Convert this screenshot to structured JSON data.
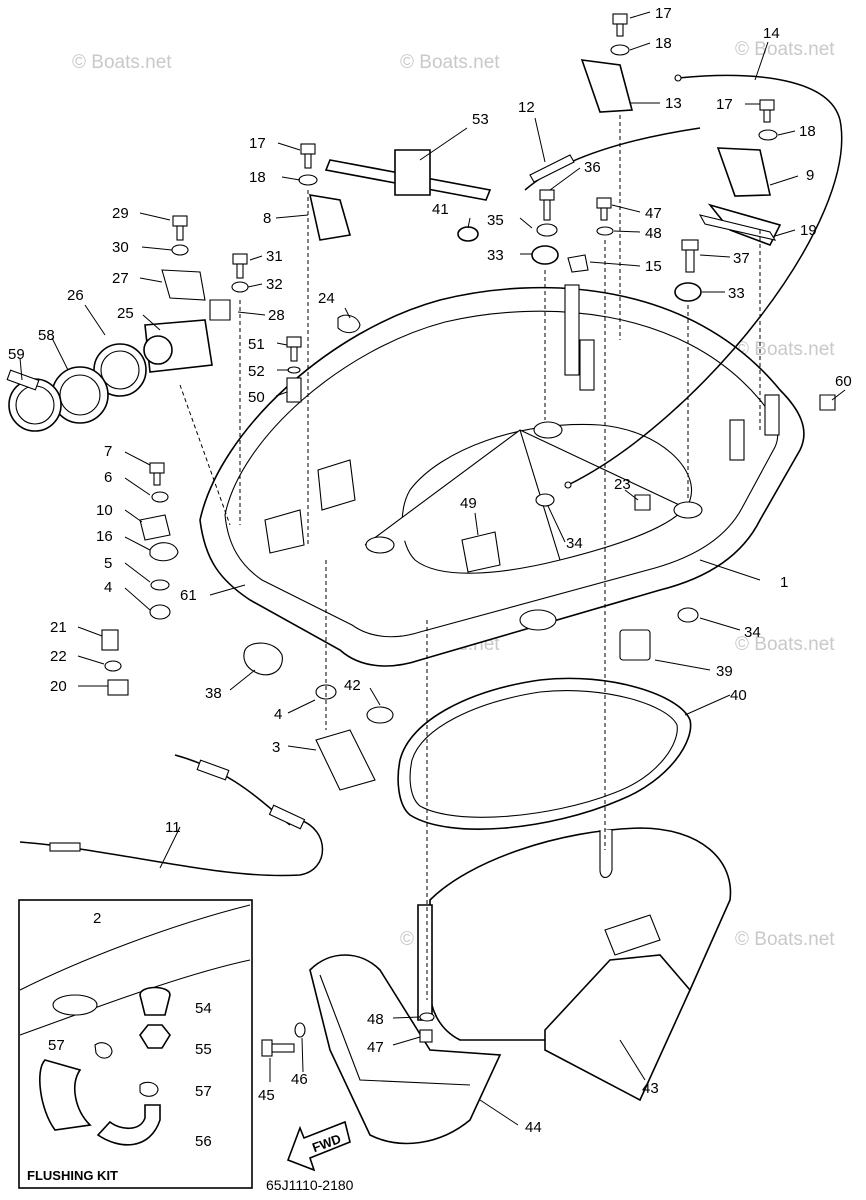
{
  "watermark": "© Boats.net",
  "diagram_code": "65J1110-2180",
  "kit": {
    "title": "FLUSHING KIT"
  },
  "fwd_label": "FWD",
  "callouts": [
    {
      "n": "1"
    },
    {
      "n": "2"
    },
    {
      "n": "3"
    },
    {
      "n": "4"
    },
    {
      "n": "4"
    },
    {
      "n": "5"
    },
    {
      "n": "6"
    },
    {
      "n": "7"
    },
    {
      "n": "8"
    },
    {
      "n": "9"
    },
    {
      "n": "10"
    },
    {
      "n": "11"
    },
    {
      "n": "12"
    },
    {
      "n": "13"
    },
    {
      "n": "14"
    },
    {
      "n": "15"
    },
    {
      "n": "16"
    },
    {
      "n": "17"
    },
    {
      "n": "17"
    },
    {
      "n": "17"
    },
    {
      "n": "18"
    },
    {
      "n": "18"
    },
    {
      "n": "18"
    },
    {
      "n": "19"
    },
    {
      "n": "20"
    },
    {
      "n": "21"
    },
    {
      "n": "22"
    },
    {
      "n": "23"
    },
    {
      "n": "24"
    },
    {
      "n": "25"
    },
    {
      "n": "26"
    },
    {
      "n": "27"
    },
    {
      "n": "28"
    },
    {
      "n": "29"
    },
    {
      "n": "30"
    },
    {
      "n": "31"
    },
    {
      "n": "32"
    },
    {
      "n": "33"
    },
    {
      "n": "33"
    },
    {
      "n": "34"
    },
    {
      "n": "34"
    },
    {
      "n": "35"
    },
    {
      "n": "36"
    },
    {
      "n": "37"
    },
    {
      "n": "38"
    },
    {
      "n": "39"
    },
    {
      "n": "40"
    },
    {
      "n": "41"
    },
    {
      "n": "42"
    },
    {
      "n": "43"
    },
    {
      "n": "44"
    },
    {
      "n": "45"
    },
    {
      "n": "46"
    },
    {
      "n": "47"
    },
    {
      "n": "47"
    },
    {
      "n": "48"
    },
    {
      "n": "48"
    },
    {
      "n": "49"
    },
    {
      "n": "50"
    },
    {
      "n": "51"
    },
    {
      "n": "52"
    },
    {
      "n": "53"
    },
    {
      "n": "54"
    },
    {
      "n": "55"
    },
    {
      "n": "56"
    },
    {
      "n": "57"
    },
    {
      "n": "57"
    },
    {
      "n": "58"
    },
    {
      "n": "59"
    },
    {
      "n": "60"
    },
    {
      "n": "61"
    }
  ]
}
